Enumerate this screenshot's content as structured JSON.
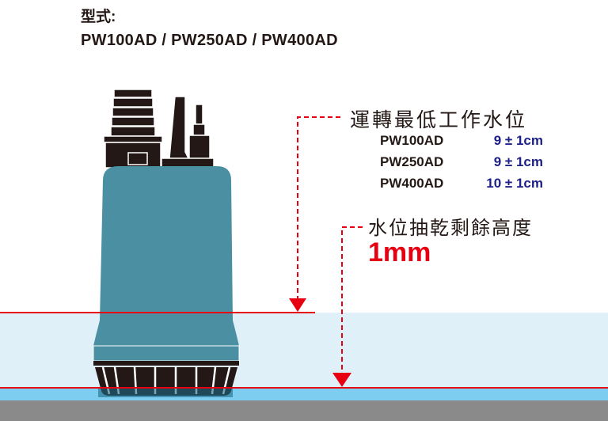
{
  "header": {
    "model_label": "型式:",
    "models": "PW100AD / PW250AD / PW400AD"
  },
  "min_operating_level": {
    "title": "運轉最低工作水位",
    "specs": [
      {
        "model": "PW100AD",
        "value": "9 ± 1cm"
      },
      {
        "model": "PW250AD",
        "value": "9 ± 1cm"
      },
      {
        "model": "PW400AD",
        "value": "10 ± 1cm"
      }
    ]
  },
  "residual_water": {
    "title": "水位抽乾剩餘高度",
    "value": "1mm"
  },
  "colors": {
    "pump_body": "#4a90a2",
    "pump_dark": "#231815",
    "marker_red": "#e60012",
    "spec_blue": "#1d2088",
    "water": "#dff0f9",
    "water_bottom": "#7dcdf0",
    "ground": "#8a8a8a"
  }
}
